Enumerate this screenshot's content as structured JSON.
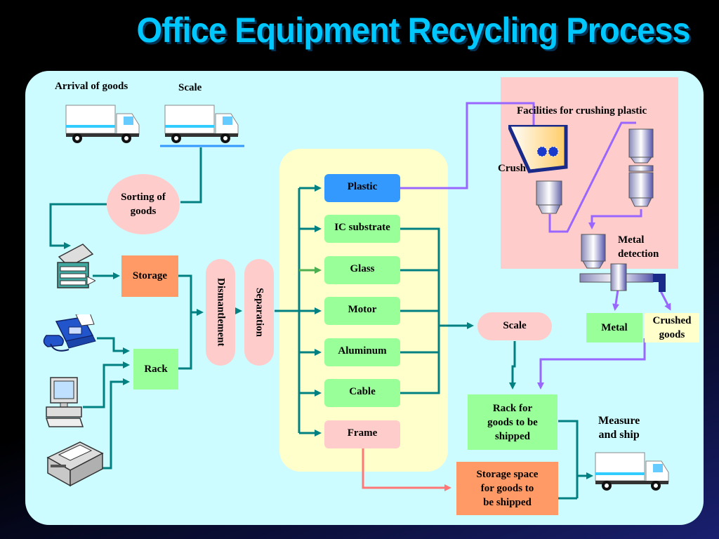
{
  "title": "Office Equipment Recycling Process",
  "labels": {
    "arrival_of_goods": "Arrival of goods",
    "scale_top": "Scale",
    "facilities_crushing_plastic": "Facilities for crushing plastic",
    "crush": "Crush",
    "metal_detection_line1": "Metal",
    "metal_detection_line2": "detection",
    "measure_ship_line1": "Measure",
    "measure_ship_line2": "and ship"
  },
  "nodes": {
    "sorting_line1": "Sorting of",
    "sorting_line2": "goods",
    "storage": "Storage",
    "rack": "Rack",
    "dismantlement": "Dismantlement",
    "separation": "Separation",
    "scale": "Scale",
    "metal": "Metal",
    "crushed_line1": "Crushed",
    "crushed_line2": "goods",
    "rack_ship_line1": "Rack for",
    "rack_ship_line2": "goods to be",
    "rack_ship_line3": "shipped",
    "storage_ship_line1": "Storage space",
    "storage_ship_line2": "for goods to",
    "storage_ship_line3": "be shipped"
  },
  "materials": [
    "Plastic",
    "IC substrate",
    "Glass",
    "Motor",
    "Aluminum",
    "Cable",
    "Frame"
  ],
  "icons": {
    "truck": "truck-icon",
    "copier": "copier-icon",
    "fax": "fax-machine-icon",
    "computer": "computer-icon",
    "printer": "printer-icon",
    "crusher": "crusher-icon",
    "silo": "silo-icon"
  },
  "colors": {
    "title": "#00c8ff",
    "panel": "#ccfcff",
    "separation_area": "#ffffcc",
    "crushing_area": "#ffcccc",
    "flow_teal": "#008080",
    "flow_purple": "#9966ff",
    "flow_pink": "#ff7777",
    "green_box": "#99ff99",
    "orange_box": "#ff9966",
    "blue_box": "#3399ff"
  }
}
